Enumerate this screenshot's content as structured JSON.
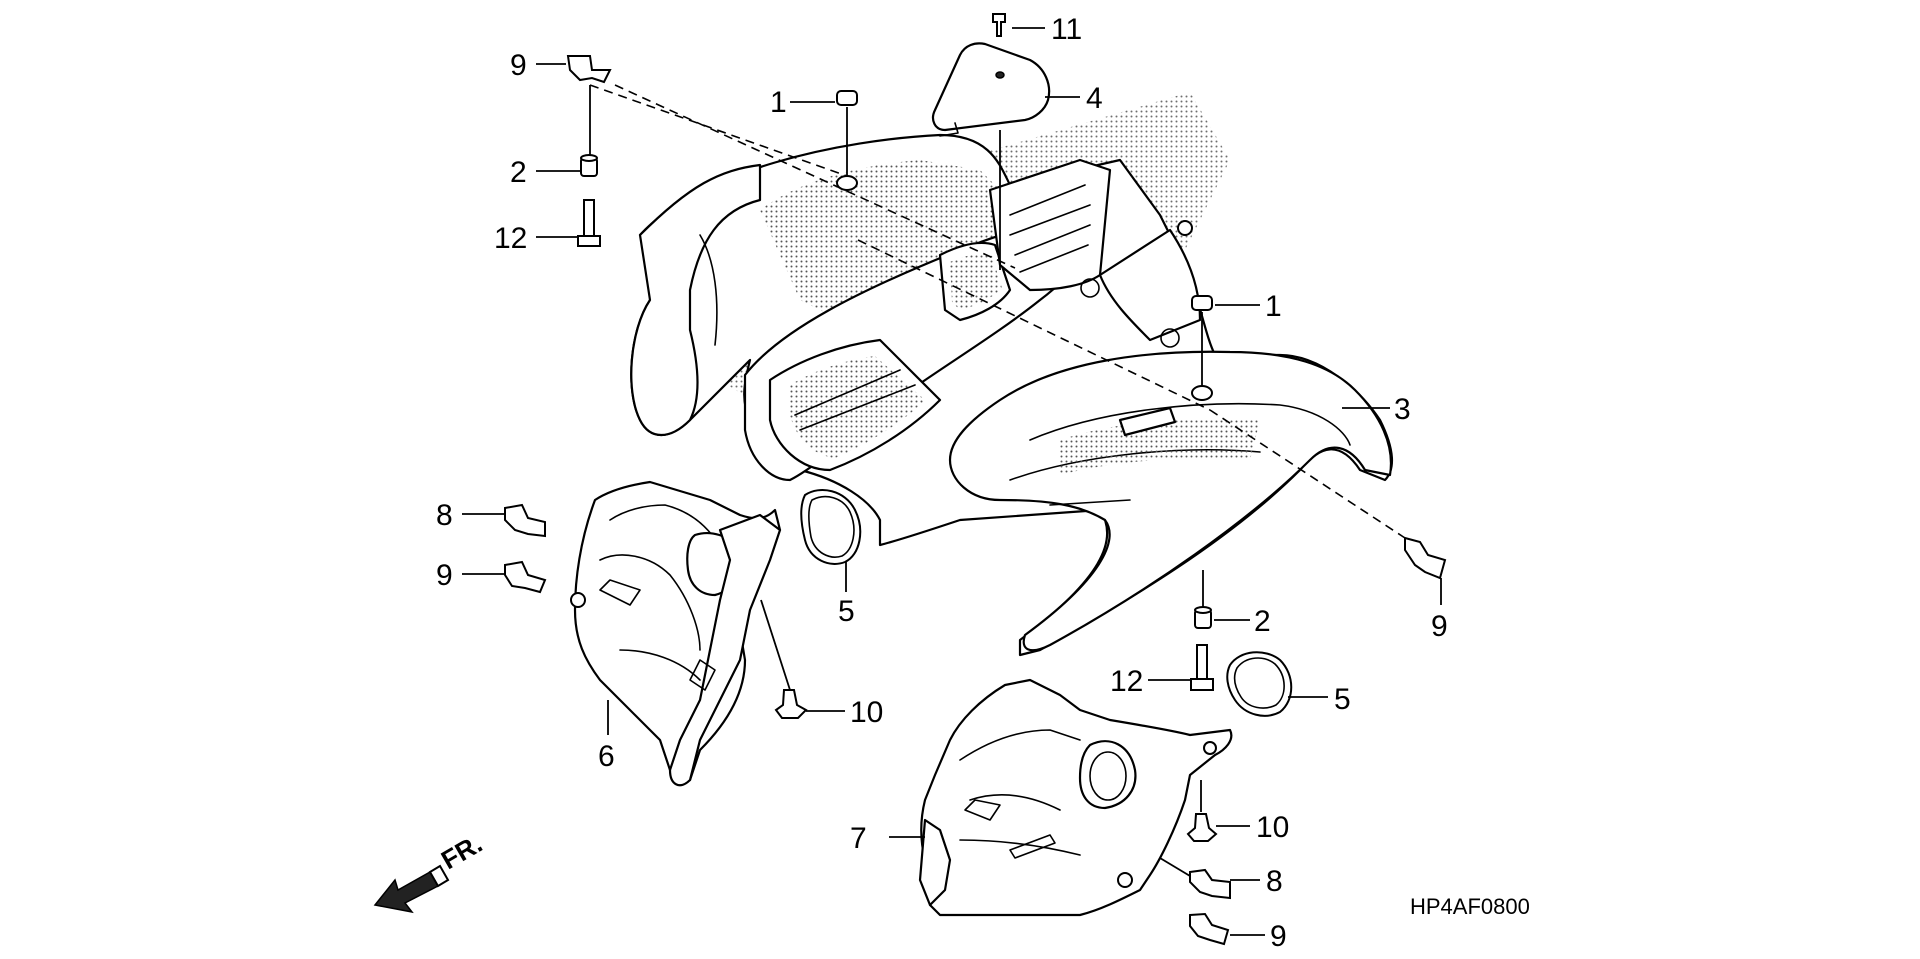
{
  "diagram": {
    "drawing_code": "HP4AF0800",
    "front_indicator": "FR.",
    "callouts": [
      {
        "id": "c1a",
        "label": "1"
      },
      {
        "id": "c1b",
        "label": "1"
      },
      {
        "id": "c2a",
        "label": "2"
      },
      {
        "id": "c2b",
        "label": "2"
      },
      {
        "id": "c3",
        "label": "3"
      },
      {
        "id": "c4",
        "label": "4"
      },
      {
        "id": "c5a",
        "label": "5"
      },
      {
        "id": "c5b",
        "label": "5"
      },
      {
        "id": "c6",
        "label": "6"
      },
      {
        "id": "c7",
        "label": "7"
      },
      {
        "id": "c8a",
        "label": "8"
      },
      {
        "id": "c8b",
        "label": "8"
      },
      {
        "id": "c9a",
        "label": "9"
      },
      {
        "id": "c9b",
        "label": "9"
      },
      {
        "id": "c9c",
        "label": "9"
      },
      {
        "id": "c9d",
        "label": "9"
      },
      {
        "id": "c10a",
        "label": "10"
      },
      {
        "id": "c10b",
        "label": "10"
      },
      {
        "id": "c11",
        "label": "11"
      },
      {
        "id": "c12a",
        "label": "12"
      },
      {
        "id": "c12b",
        "label": "12"
      }
    ]
  }
}
